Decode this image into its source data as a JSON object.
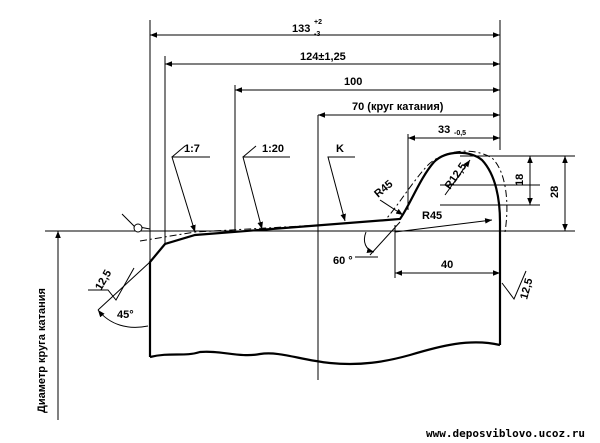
{
  "dimensions": {
    "total_width": "133",
    "total_width_tol_upper": "+2",
    "total_width_tol_lower": "-3",
    "width_124": "124±1,25",
    "width_100": "100",
    "rolling_circle": "70 (круг катания)",
    "flange_33": "33",
    "flange_33_tol": "-0,5",
    "height_18": "18",
    "height_28": "28",
    "width_40": "40"
  },
  "slopes": {
    "slope_1_7": "1:7",
    "slope_1_20": "1:20",
    "point_k": "K"
  },
  "radii": {
    "r45_upper": "R45",
    "r12_5": "R12,5",
    "r45_lower": "R45"
  },
  "angles": {
    "angle_60": "60 °",
    "angle_45": "45°"
  },
  "roughness": {
    "left": "12,5",
    "right": "12,5"
  },
  "labels": {
    "rolling_diameter": "Диаметр круга катания",
    "watermark": "www.deposviblovo.ucoz.ru"
  }
}
